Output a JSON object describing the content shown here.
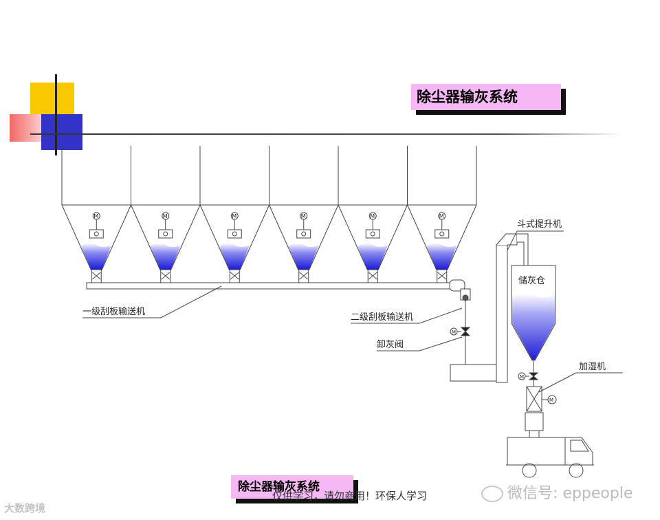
{
  "title": "除尘器输灰系统",
  "bottom_title": "除尘器输灰系统",
  "labels": {
    "conveyor_1": "一级刮板输送机",
    "conveyor_2": "二级刮板输送机",
    "unloading_valve": "卸灰阀",
    "bucket_elevator": "斗式提升机",
    "ash_silo": "储灰仓",
    "humidifier": "加湿机"
  },
  "motor_symbol": "M",
  "hopper_count": 6,
  "footer_note": "仅供学习，请勿商用！环保人学习",
  "watermark_wechat": "微信号: eppeople",
  "watermark_brand": "大数跨境",
  "colors": {
    "material_blue": "#2b2bd8",
    "title_bg": "#f6b8f4",
    "line": "#444444"
  }
}
